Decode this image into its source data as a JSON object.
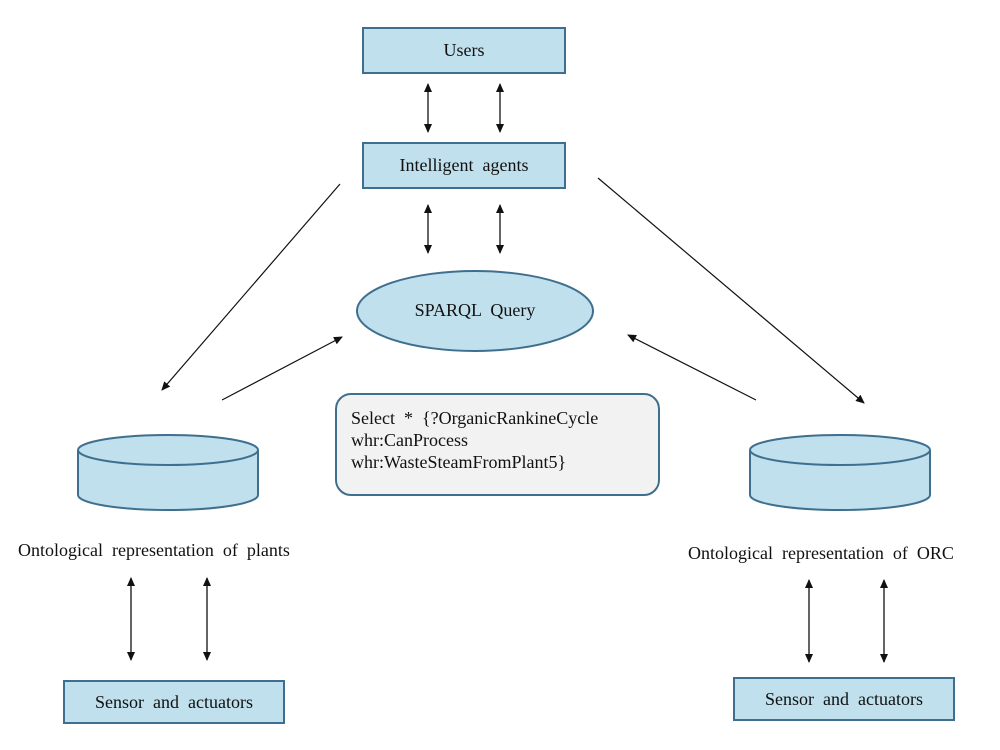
{
  "nodes": {
    "users": "Users",
    "agents": "Intelligent  agents",
    "sparql": "SPARQL  Query",
    "sensors_left": "Sensor  and  actuators",
    "sensors_right": "Sensor  and  actuators"
  },
  "labels": {
    "onto_plants": "Ontological  representation  of  plants",
    "onto_orc": "Ontological  representation  of  ORC"
  },
  "query_lines": [
    "Select  *  {?OrganicRankineCycle",
    "whr:CanProcess",
    "whr:WasteSteamFromPlant5}"
  ],
  "colors": {
    "node_fill": "#bfe0ec",
    "node_stroke": "#3f6f8f",
    "query_fill": "#f2f2f2",
    "arrow": "#111111"
  }
}
